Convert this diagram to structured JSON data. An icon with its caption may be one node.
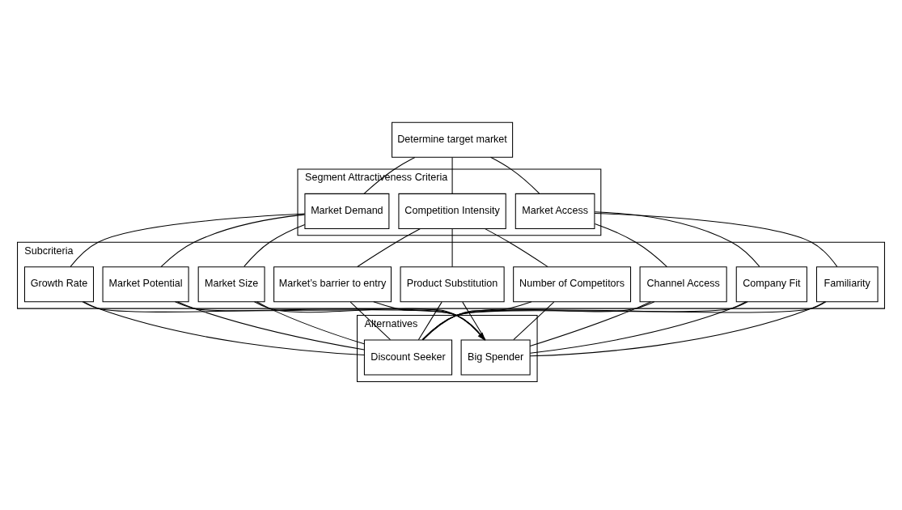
{
  "diagram": {
    "nodes": [
      {
        "text": [
          "Determine target market"
        ]
      },
      {
        "text": [
          "Segment Attractiveness Criteria"
        ]
      },
      {
        "text": [
          "Market Demand"
        ],
        "in": 1
      },
      {
        "text": [
          "Competition Intensity"
        ],
        "in": 1
      },
      {
        "text": [
          "Market Access"
        ],
        "in": 1
      },
      {
        "text": [
          "Subcriteria"
        ]
      },
      {
        "text": [
          "Market Size"
        ],
        "in": 5
      },
      {
        "text": [
          "Growth Rate"
        ],
        "in": 5
      },
      {
        "text": [
          "Market Potential"
        ],
        "in": 5
      },
      {
        "text": [
          "Number of Competitors"
        ],
        "in": 5
      },
      {
        "text": [
          "Market’s barrier to entry"
        ],
        "in": 5
      },
      {
        "text": [
          "Product Substitution"
        ],
        "in": 5
      },
      {
        "text": [
          "Familiarity"
        ],
        "in": 5
      },
      {
        "text": [
          "Channel Access"
        ],
        "in": 5
      },
      {
        "text": [
          "Company Fit"
        ],
        "in": 5
      },
      {
        "text": [
          "Alternatives"
        ]
      },
      {
        "text": [
          "Discount Seeker"
        ],
        "in": 15
      },
      {
        "text": [
          "Big Spender"
        ],
        "in": 15
      }
    ],
    "edges": [
      {
        "from": 0,
        "to": 2,
        "arrow": "none"
      },
      {
        "from": 0,
        "to": 3,
        "arrow": "none"
      },
      {
        "from": 0,
        "to": 4,
        "arrow": "none"
      },
      {
        "from": 2,
        "to": 6,
        "arrow": "none"
      },
      {
        "from": 2,
        "to": 7,
        "arrow": "none"
      },
      {
        "from": 2,
        "to": 8,
        "arrow": "none"
      },
      {
        "from": 3,
        "to": 9,
        "arrow": "none"
      },
      {
        "from": 3,
        "to": 10,
        "arrow": "none"
      },
      {
        "from": 3,
        "to": 11,
        "arrow": "none"
      },
      {
        "from": 4,
        "to": 12,
        "arrow": "none"
      },
      {
        "from": 4,
        "to": 13,
        "arrow": "none"
      },
      {
        "from": 4,
        "to": 14,
        "arrow": "none"
      },
      {
        "from": 6,
        "to": 16,
        "arrow": "none"
      },
      {
        "from": 6,
        "to": 17,
        "arrow": "to"
      },
      {
        "from": 7,
        "to": 16,
        "arrow": "none"
      },
      {
        "from": 7,
        "to": 17,
        "arrow": "none"
      },
      {
        "from": 8,
        "to": 16,
        "arrow": "none"
      },
      {
        "from": 8,
        "to": 17,
        "arrow": "none"
      },
      {
        "from": 9,
        "to": 16,
        "arrow": "none"
      },
      {
        "from": 9,
        "to": 17,
        "arrow": "none"
      },
      {
        "from": 10,
        "to": 16,
        "arrow": "none"
      },
      {
        "from": 10,
        "to": 17,
        "arrow": "none"
      },
      {
        "from": 11,
        "to": 16,
        "arrow": "none"
      },
      {
        "from": 11,
        "to": 17,
        "arrow": "none"
      },
      {
        "from": 12,
        "to": 16,
        "arrow": "none"
      },
      {
        "from": 12,
        "to": 17,
        "arrow": "none"
      },
      {
        "from": 13,
        "to": 16,
        "arrow": "none"
      },
      {
        "from": 13,
        "to": 17,
        "arrow": "none"
      },
      {
        "from": 14,
        "to": 16,
        "arrow": "none"
      },
      {
        "from": 14,
        "to": 17,
        "arrow": "none"
      }
    ]
  }
}
